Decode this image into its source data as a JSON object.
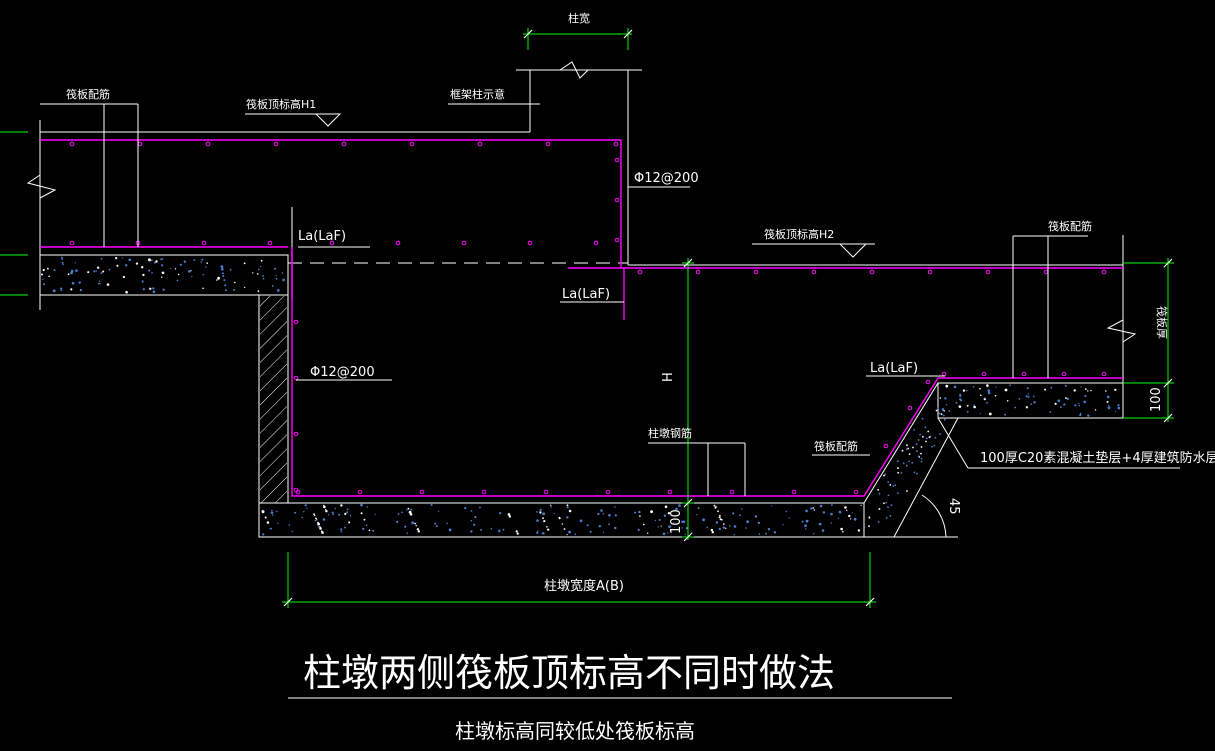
{
  "title": {
    "main": "柱墩两侧筏板顶标高不同时做法",
    "sub": "柱墩标高同较低处筏板标高"
  },
  "labels": {
    "column_width": "柱宽",
    "raft_rebar_left": "筏板配筋",
    "raft_top_h1": "筏板顶标高H1",
    "frame_column": "框架柱示意",
    "rebar_right_vert": "Φ12@200",
    "la_left": "La(LaF)",
    "raft_top_h2": "筏板顶标高H2",
    "raft_rebar_right": "筏板配筋",
    "la_mid": "La(LaF)",
    "raft_thickness": "筏板厚",
    "rebar_left_vert": "Φ12@200",
    "dim_h": "H",
    "la_slope": "La(LaF)",
    "dim_100_right": "100",
    "pier_rebar": "柱墩钢筋",
    "raft_rebar_bottom": "筏板配筋",
    "cushion_note": "100厚C20素混凝土垫层+4厚建筑防水层",
    "angle_45": "45",
    "dim_100_bottom": "100",
    "pier_width": "柱墩宽度A(B)"
  },
  "colors": {
    "background": "#000000",
    "outline": "#ffffff",
    "rebar": "#ff00ff",
    "dimension": "#00ff00",
    "concrete_dots": "#4a7fd0"
  }
}
